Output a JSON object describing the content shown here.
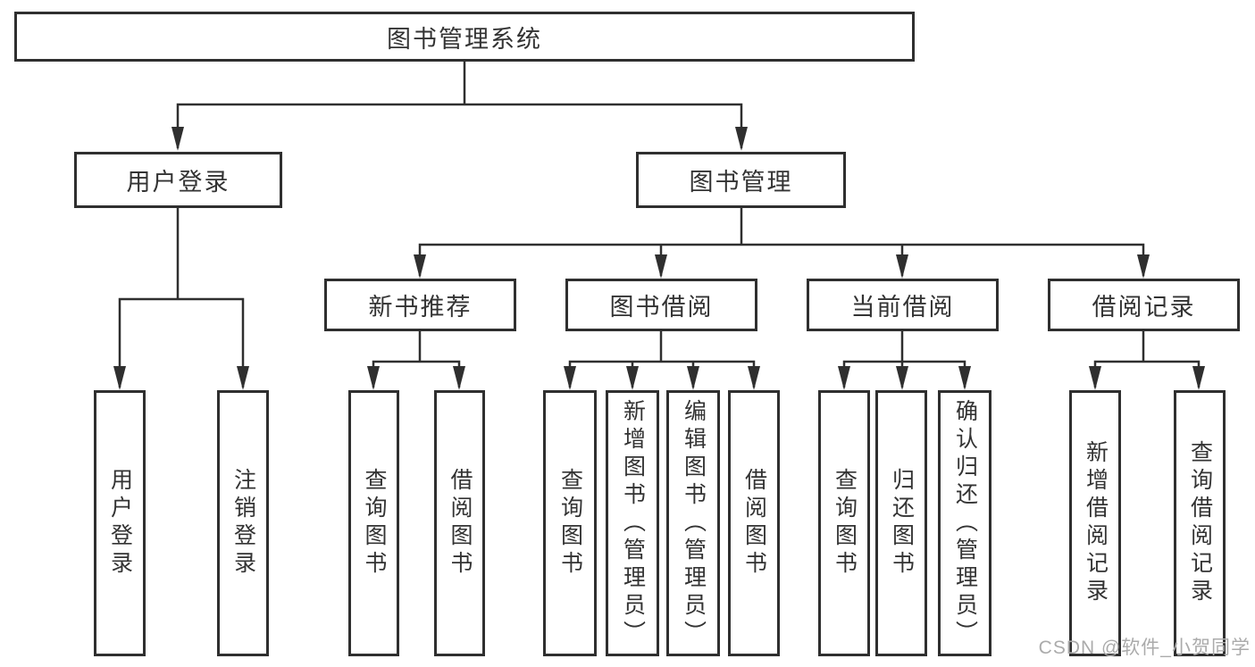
{
  "diagram": {
    "title": "图书管理系统",
    "type": "hierarchy-tree",
    "colors": {
      "line": "#2f2f2f",
      "box_border": "#2f2f2f",
      "text": "#333333",
      "background": "#ffffff",
      "watermark": "#ababab"
    }
  },
  "nodes": {
    "root": {
      "label": "图书管理系统"
    },
    "l1": [
      {
        "label": "用户登录"
      },
      {
        "label": "图书管理"
      }
    ],
    "l2": [
      {
        "label": "新书推荐",
        "parent": "图书管理"
      },
      {
        "label": "图书借阅",
        "parent": "图书管理"
      },
      {
        "label": "当前借阅",
        "parent": "图书管理"
      },
      {
        "label": "借阅记录",
        "parent": "图书管理"
      }
    ],
    "leaves": [
      {
        "label": "用户登录",
        "parent": "用户登录"
      },
      {
        "label": "注销登录",
        "parent": "用户登录"
      },
      {
        "label": "查询图书",
        "parent": "新书推荐"
      },
      {
        "label": "借阅图书",
        "parent": "新书推荐"
      },
      {
        "label": "查询图书",
        "parent": "图书借阅"
      },
      {
        "label": "新增图书（管理员）",
        "parent": "图书借阅"
      },
      {
        "label": "编辑图书（管理员）",
        "parent": "图书借阅"
      },
      {
        "label": "借阅图书",
        "parent": "图书借阅"
      },
      {
        "label": "查询图书",
        "parent": "当前借阅"
      },
      {
        "label": "归还图书",
        "parent": "当前借阅"
      },
      {
        "label": "确认归还（管理员）",
        "parent": "当前借阅"
      },
      {
        "label": "新增借阅记录",
        "parent": "借阅记录"
      },
      {
        "label": "查询借阅记录",
        "parent": "借阅记录"
      }
    ]
  },
  "watermark": {
    "text": "CSDN @软件_小贺同学"
  }
}
